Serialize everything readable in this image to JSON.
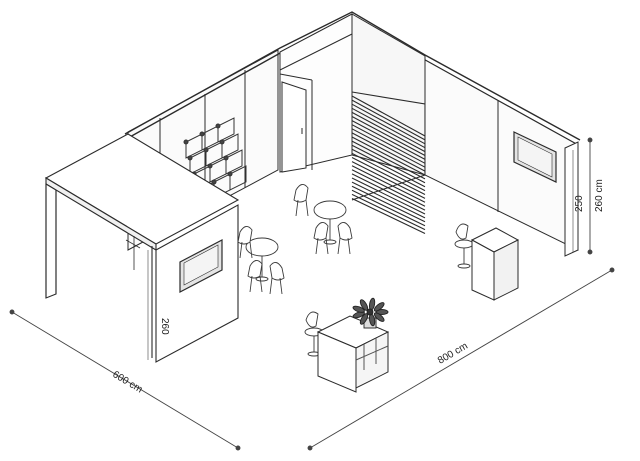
{
  "dimensions": {
    "front_width": "600 cm",
    "right_length": "800 cm",
    "right_wall_height": "260 cm",
    "right_panel_height": "250",
    "left_wall_height": "260"
  },
  "colors": {
    "line": "#2b2b2b",
    "panel_fill": "#f4f4f4",
    "screen": "#dcdcdc",
    "shelf": "#555555",
    "plant": "#3a3a3a"
  },
  "icons": [
    "plant-icon",
    "chair-icon",
    "table-icon",
    "monitor-icon",
    "shelf-icon",
    "door-icon"
  ]
}
